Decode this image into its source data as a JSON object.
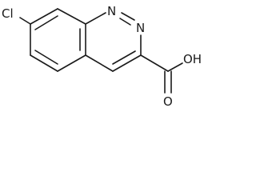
{
  "molecule": {
    "atoms": {
      "chlorine": "Cl",
      "nitrogen_1": "N",
      "nitrogen_2": "N",
      "hydroxyl": "OH",
      "carbonyl_oxygen": "O"
    }
  },
  "colors": {
    "bond": "#1a1a1a",
    "label": "#1a1a1a",
    "background": "#ffffff"
  }
}
